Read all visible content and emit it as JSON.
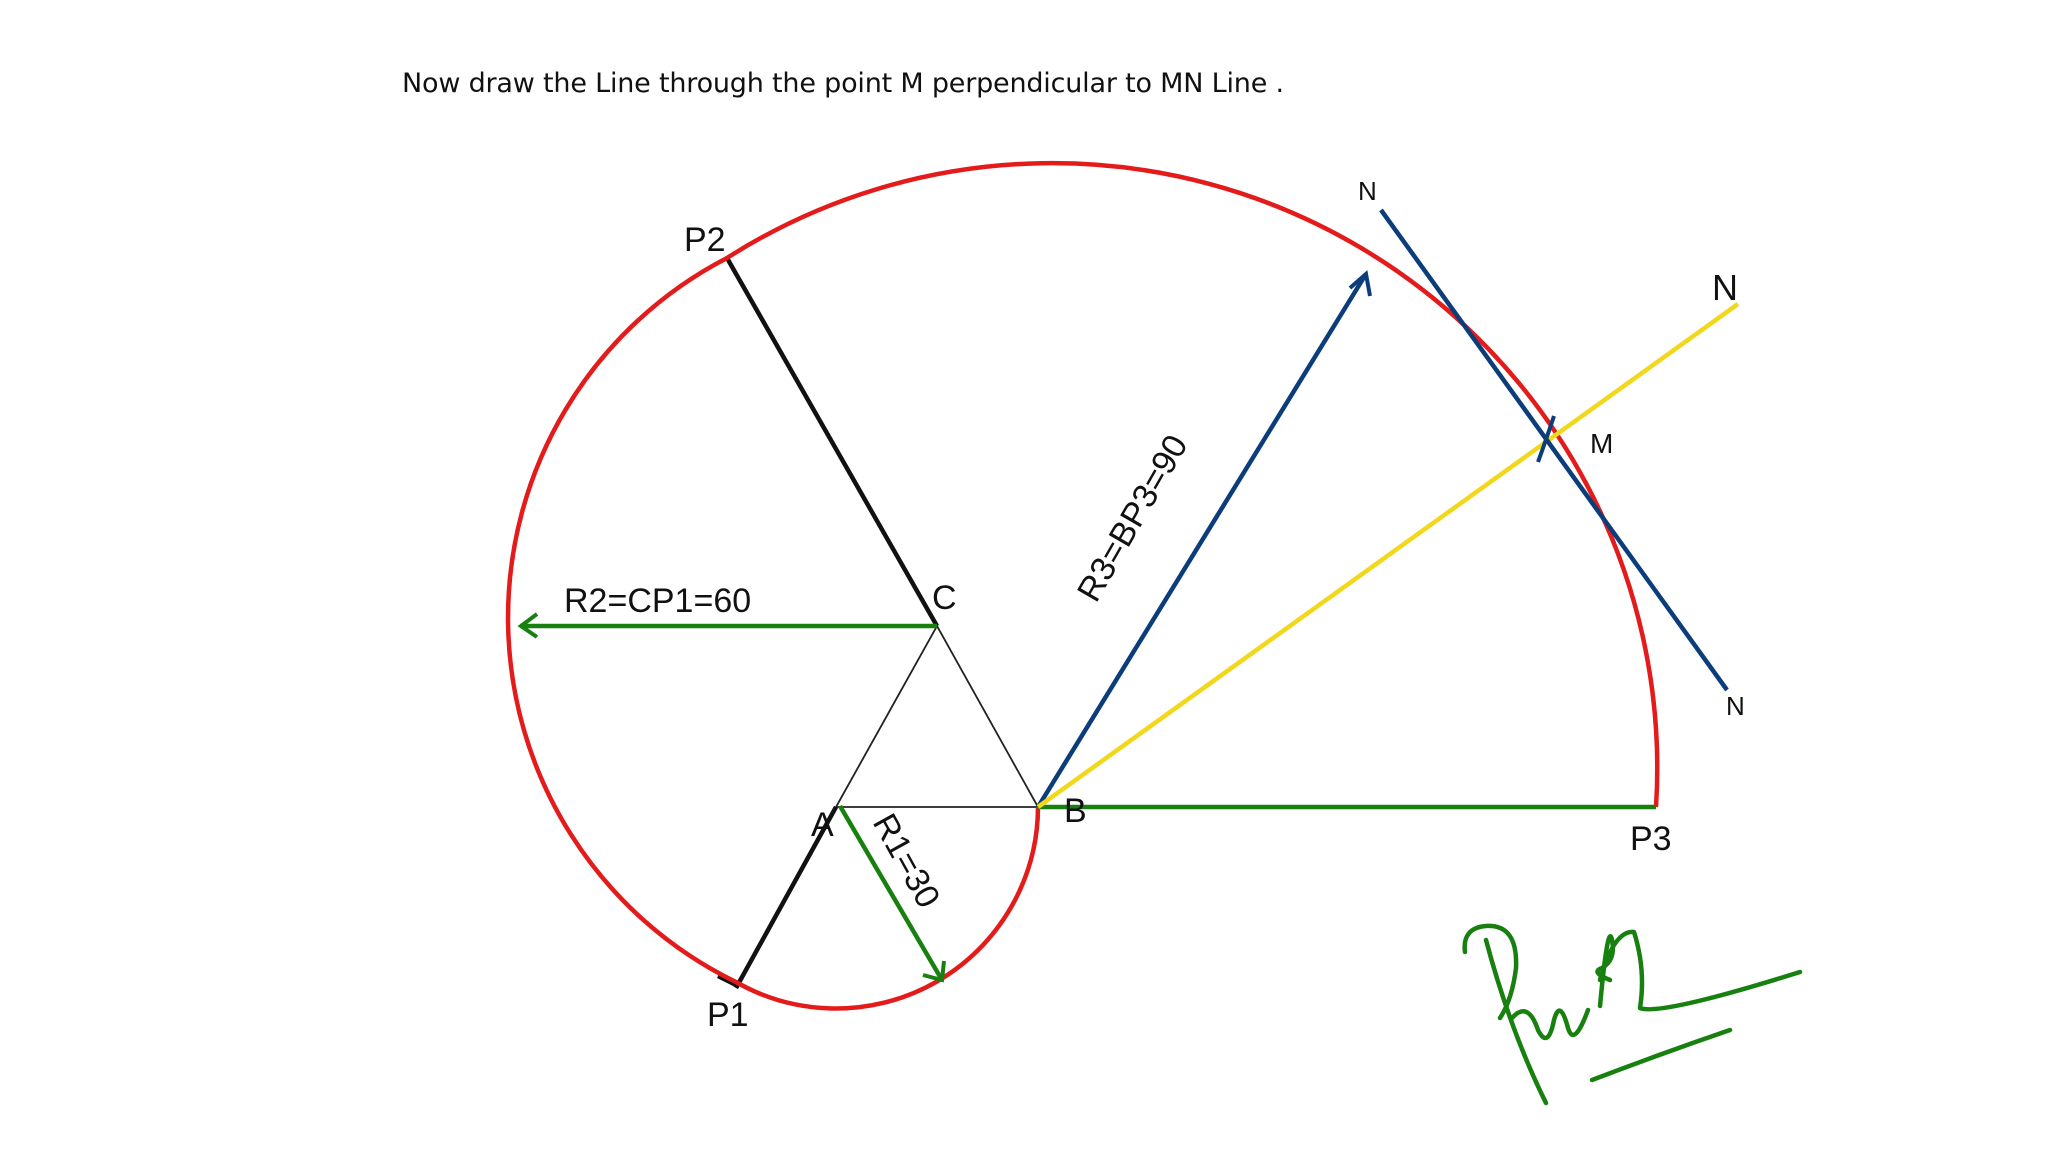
{
  "instruction": "Now draw the Line through the point M perpendicular to MN Line .",
  "labels": {
    "p1": "P1",
    "p2": "P2",
    "p3": "P3",
    "a": "A",
    "b": "B",
    "c": "C",
    "m": "M",
    "n_perp_top": "N",
    "n_perp_bottom": "N",
    "n_normal": "N",
    "r1": "R1=30",
    "r2": "R2=CP1=60",
    "r3": "R3=BP3=90"
  },
  "colors": {
    "involute": "#e41b1b",
    "radius": "#17800f",
    "perpendicular": "#0b3d7a",
    "normal": "#f2d81c",
    "construction": "#111111",
    "triangle": "#222222",
    "signature": "#17800f"
  }
}
